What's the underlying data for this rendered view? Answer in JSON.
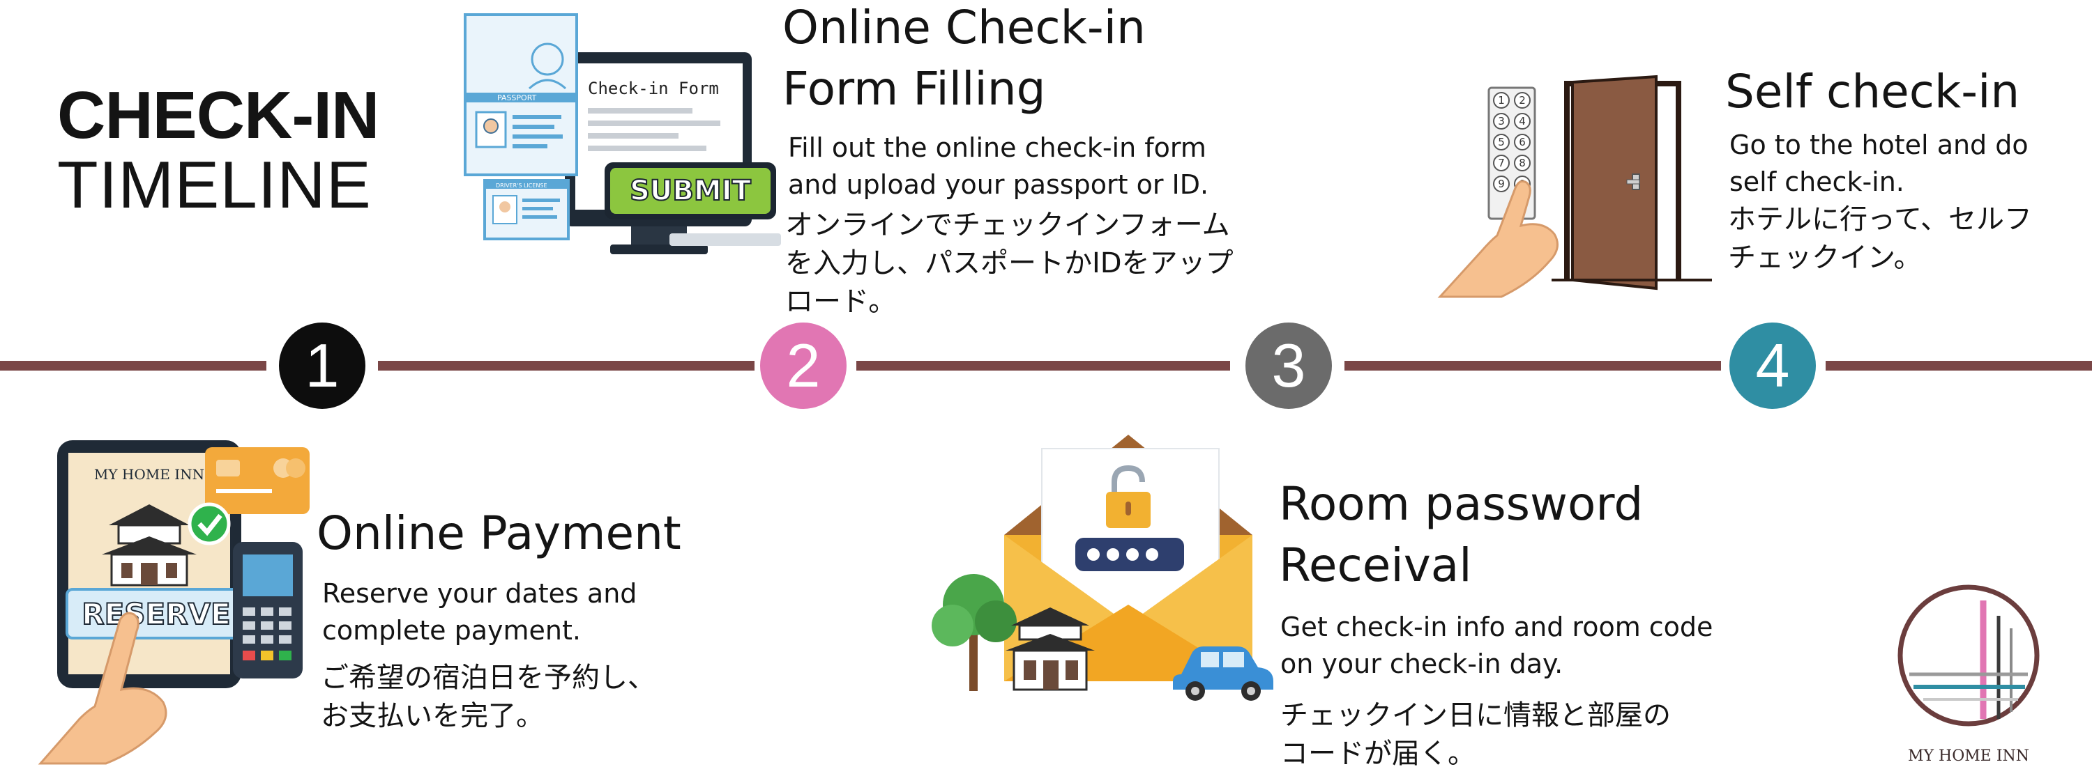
{
  "title": {
    "line1": "CHECK-IN",
    "line2": "TIMELINE"
  },
  "timeline": {
    "line_color": "#7a4646",
    "steps": [
      {
        "number": "1",
        "color": "#0d0d0d"
      },
      {
        "number": "2",
        "color": "#e176b3"
      },
      {
        "number": "3",
        "color": "#6b6b6b"
      },
      {
        "number": "4",
        "color": "#2f8ea3"
      }
    ]
  },
  "step1": {
    "title": "Online Payment",
    "desc_en": [
      "Reserve your dates and",
      "complete payment."
    ],
    "desc_ja": [
      "ご希望の宿泊日を予約し、",
      "お支払いを完了。"
    ],
    "illustration": {
      "tablet_brand": "MY HOME INN",
      "button_label": "RESERVE"
    }
  },
  "step2": {
    "title": [
      "Online Check-in",
      "Form Filling"
    ],
    "desc_en": [
      "Fill out the online check-in form",
      "and upload your passport or ID."
    ],
    "desc_ja": [
      "オンラインでチェックインフォーム",
      "を入力し、パスポートかIDをアップ",
      "ロード。"
    ],
    "illustration": {
      "form_title": "Check-in Form",
      "submit_label": "SUBMIT",
      "passport_label": "PASSPORT",
      "license_label": "DRIVER'S LICENSE"
    }
  },
  "step3": {
    "title": [
      "Room password",
      "Receival"
    ],
    "desc_en": [
      "Get check-in info and room code",
      "on your check-in day."
    ],
    "desc_ja": [
      "チェックイン日に情報と部屋の",
      "コードが届く。"
    ]
  },
  "step4": {
    "title": "Self check-in",
    "desc_en": [
      "Go to the hotel and do",
      "self check-in."
    ],
    "desc_ja": [
      "ホテルに行って、セルフ",
      "チェックイン。"
    ],
    "illustration": {
      "keypad": [
        "1",
        "2",
        "3",
        "4",
        "5",
        "6",
        "7",
        "8",
        "9",
        "0"
      ]
    }
  },
  "logo": {
    "text": "MY HOME INN"
  }
}
